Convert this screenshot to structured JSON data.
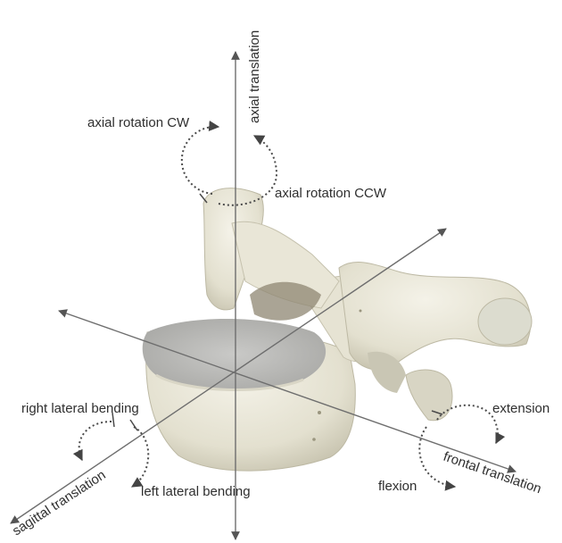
{
  "labels": {
    "axial_translation": "axial translation",
    "axial_rotation_cw": "axial rotation CW",
    "axial_rotation_ccw": "axial rotation CCW",
    "right_lateral_bending": "right lateral bending",
    "left_lateral_bending": "left lateral bending",
    "sagittal_translation": "sagittal translation",
    "frontal_translation": "frontal translation",
    "extension": "extension",
    "flexion": "flexion"
  },
  "colors": {
    "axis": "#6e6e6e",
    "bone_light": "#ebe9dc",
    "bone_shadow": "#c7c4b2",
    "bone_surface": "#b8b8b6",
    "text": "#2f2f2f"
  }
}
